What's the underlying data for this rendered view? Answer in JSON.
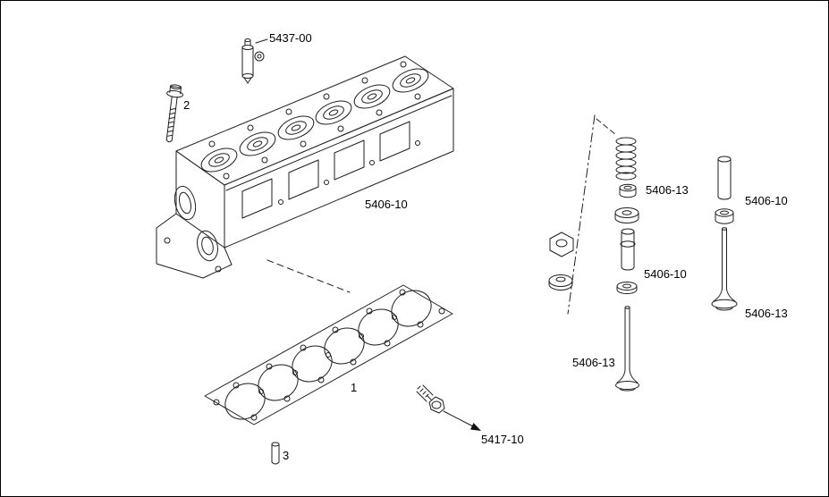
{
  "page": {
    "background": "#ffffff",
    "frame_border": "#000000",
    "line_color": "#1f1f1f",
    "arrow_fill": "#111111"
  },
  "diagram": {
    "kind": "exploded-parts-diagram",
    "callouts": {
      "tappet_assembly": "5437-00",
      "head_bolt": "2",
      "cylinder_head": "5406-10",
      "head_gasket": "1",
      "dowel": "3",
      "plug": "5417-10",
      "valve_stem_seal": "5406-13",
      "valve_guide_right": "5406-10",
      "valve_guide_middle": "5406-10",
      "valve_right": "5406-13",
      "valve_middle": "5406-13"
    }
  }
}
